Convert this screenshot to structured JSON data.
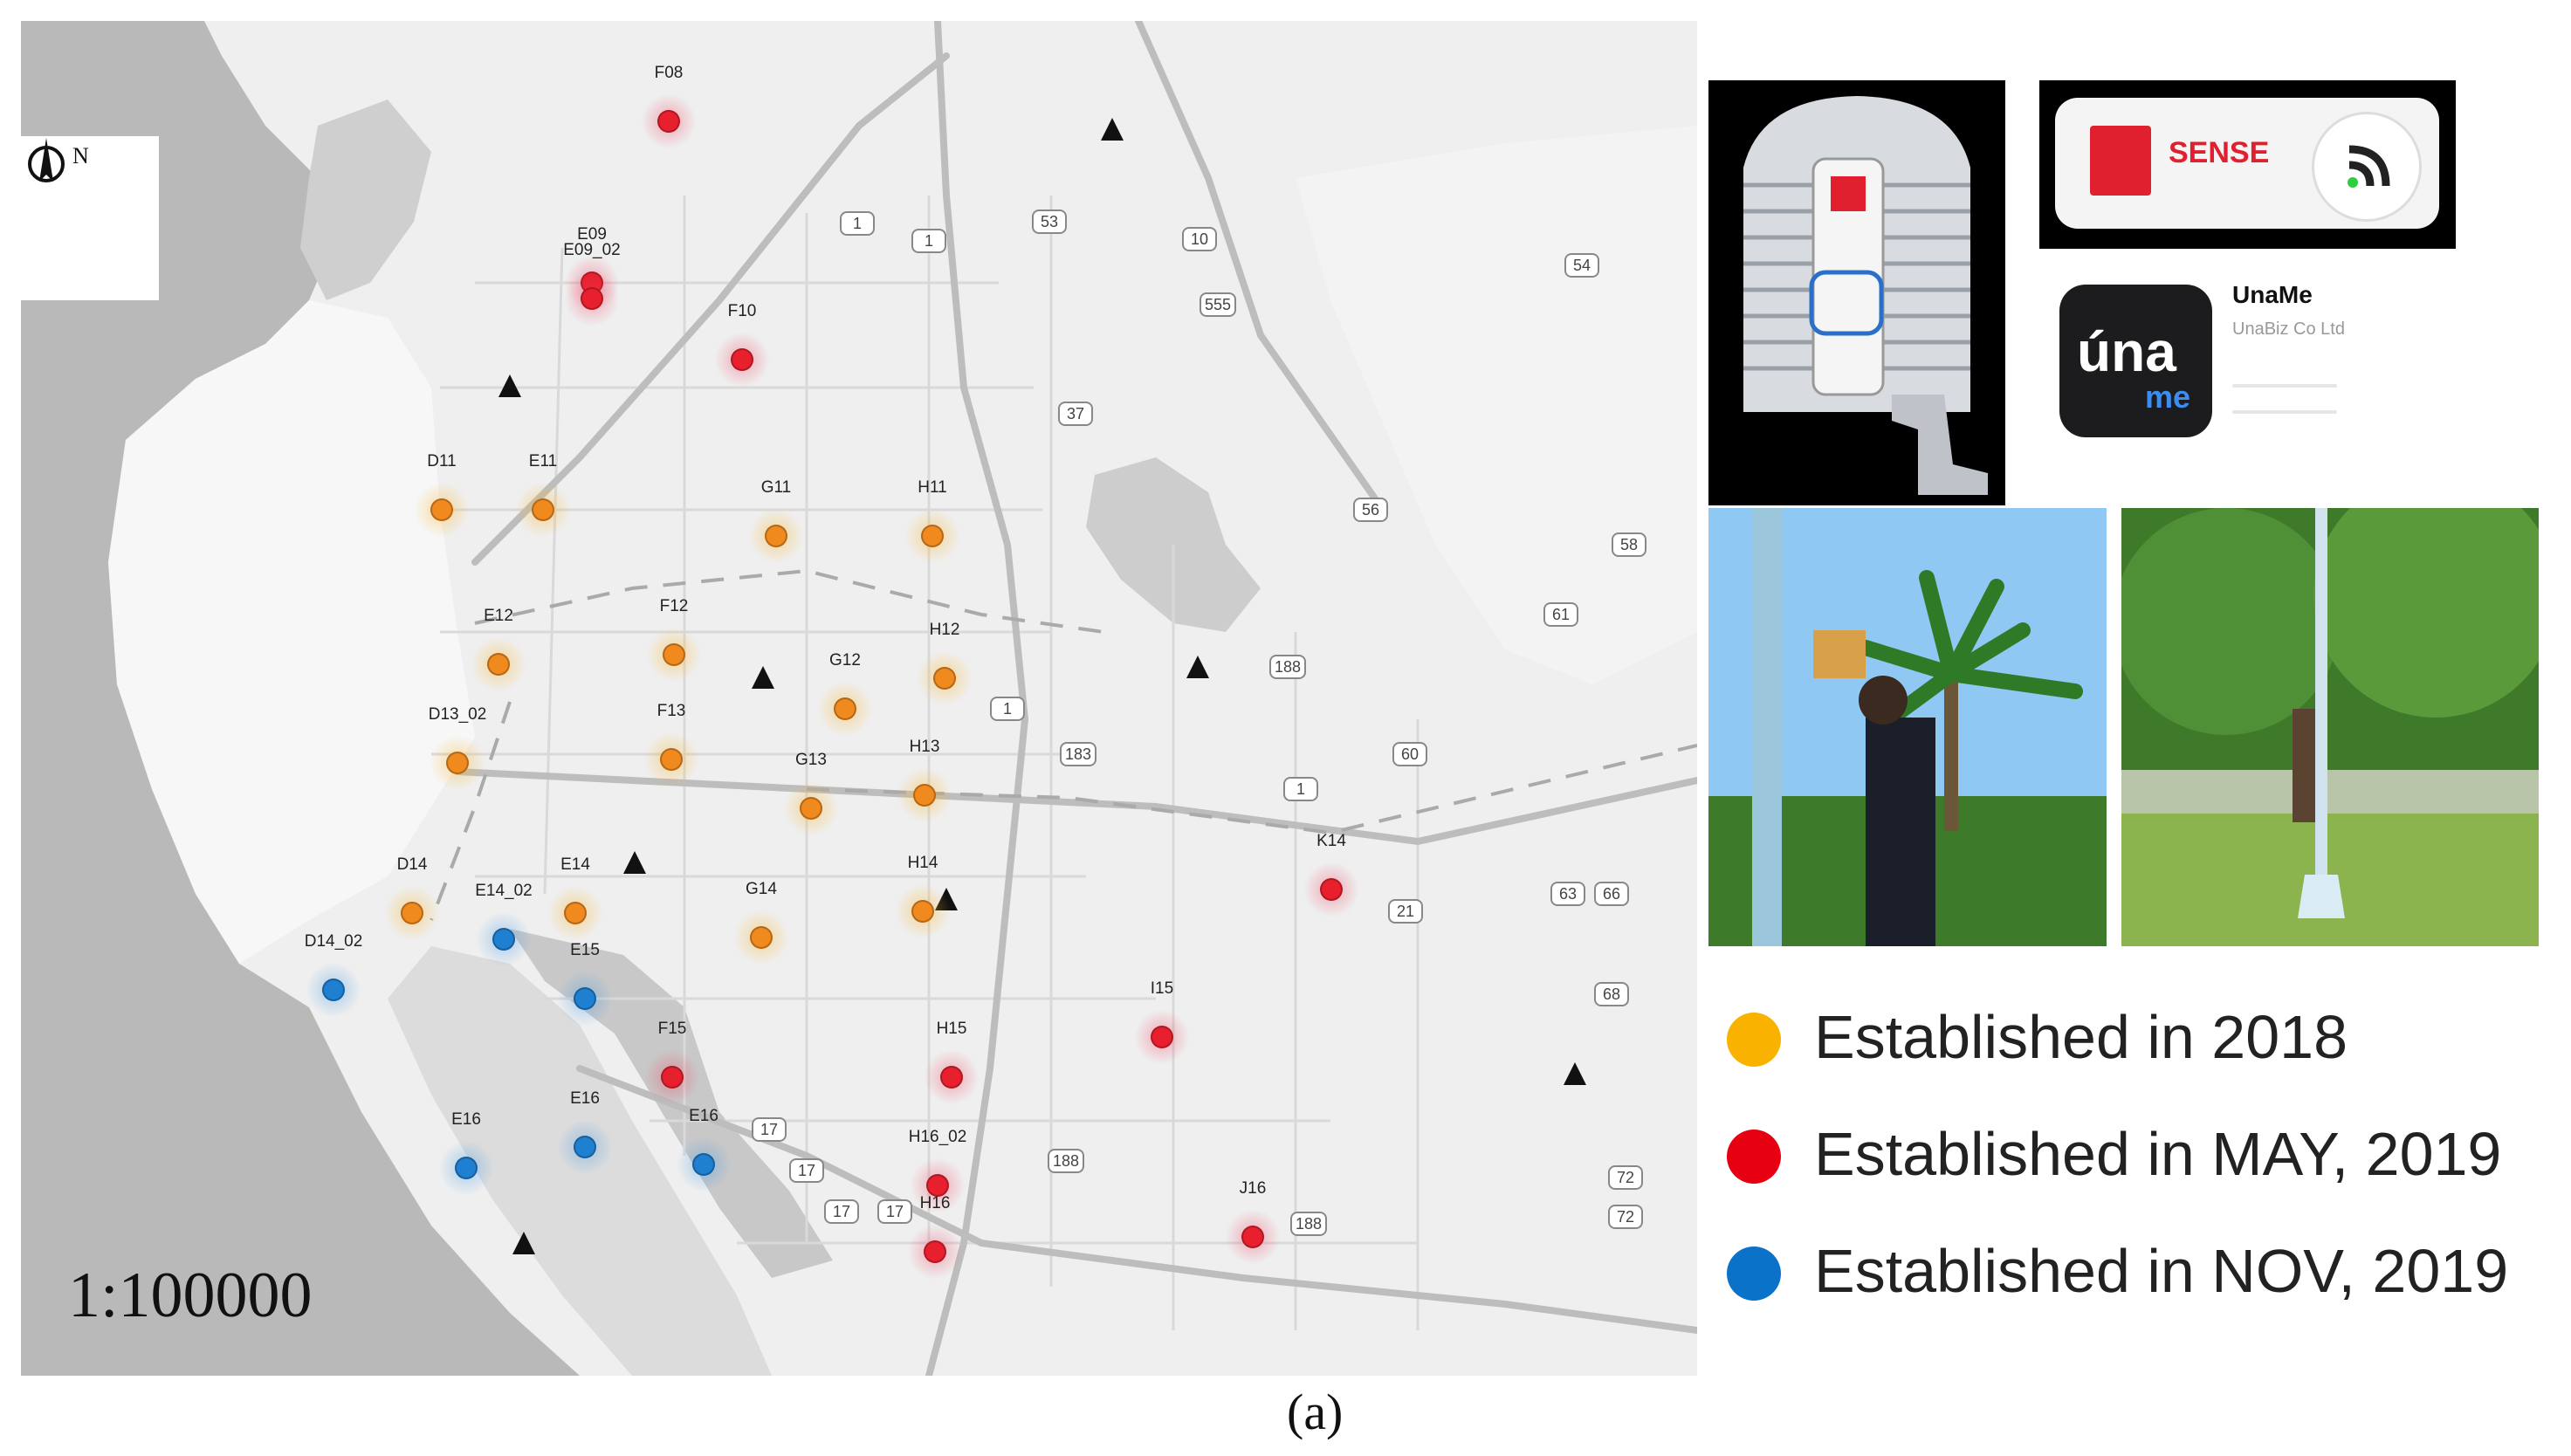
{
  "map": {
    "scale_text": "1:100000",
    "north_label": "N",
    "sites": [
      {
        "id": "F08",
        "group": "may2019"
      },
      {
        "id": "E09",
        "group": "may2019"
      },
      {
        "id": "E09_02",
        "group": "may2019"
      },
      {
        "id": "F10",
        "group": "may2019"
      },
      {
        "id": "D11",
        "group": "2018"
      },
      {
        "id": "E11",
        "group": "2018"
      },
      {
        "id": "G11",
        "group": "2018"
      },
      {
        "id": "H11",
        "group": "2018"
      },
      {
        "id": "E12",
        "group": "2018"
      },
      {
        "id": "F12",
        "group": "2018"
      },
      {
        "id": "G12",
        "group": "2018"
      },
      {
        "id": "H12",
        "group": "2018"
      },
      {
        "id": "D13_02",
        "group": "2018"
      },
      {
        "id": "F13",
        "group": "2018"
      },
      {
        "id": "G13",
        "group": "2018"
      },
      {
        "id": "H13",
        "group": "2018"
      },
      {
        "id": "D14",
        "group": "2018"
      },
      {
        "id": "E14",
        "group": "2018"
      },
      {
        "id": "E14_02",
        "group": "nov2019"
      },
      {
        "id": "G14",
        "group": "2018"
      },
      {
        "id": "H14",
        "group": "2018"
      },
      {
        "id": "K14",
        "group": "may2019"
      },
      {
        "id": "D14_02",
        "group": "nov2019"
      },
      {
        "id": "E15",
        "group": "nov2019"
      },
      {
        "id": "F15",
        "group": "may2019"
      },
      {
        "id": "H15",
        "group": "may2019"
      },
      {
        "id": "I15",
        "group": "may2019"
      },
      {
        "id": "E16",
        "group": "nov2019"
      },
      {
        "id": "E16",
        "group": "nov2019"
      },
      {
        "id": "E16",
        "group": "nov2019"
      },
      {
        "id": "H16_02",
        "group": "may2019"
      },
      {
        "id": "H16",
        "group": "may2019"
      },
      {
        "id": "J16",
        "group": "may2019"
      }
    ],
    "route_shields": [
      "1",
      "1",
      "10",
      "53",
      "555",
      "54",
      "37",
      "56",
      "58",
      "61",
      "188",
      "1",
      "183",
      "60",
      "1",
      "17",
      "17",
      "17",
      "188",
      "188",
      "21",
      "63",
      "66",
      "68",
      "72",
      "72",
      "17"
    ]
  },
  "photos": {
    "device_brand": "SENSE",
    "app_name": "UnaMe",
    "app_company": "UnaBiz Co Ltd",
    "app_icon_text_top": "úna",
    "app_icon_text_bottom": "me"
  },
  "legend": [
    {
      "label": "Established in 2018",
      "color": "#f9b200"
    },
    {
      "label": "Established in MAY, 2019",
      "color": "#e60012"
    },
    {
      "label": "Established in NOV, 2019",
      "color": "#0a72c8"
    }
  ],
  "caption": "(a)",
  "colors": {
    "2018": {
      "dot": "#f08a1e",
      "glow": "rgba(250,180,40,0.45)"
    },
    "may2019": {
      "dot": "#e8202e",
      "glow": "rgba(240,60,90,0.40)"
    },
    "nov2019": {
      "dot": "#1f7fd0",
      "glow": "rgba(60,150,230,0.40)"
    }
  }
}
